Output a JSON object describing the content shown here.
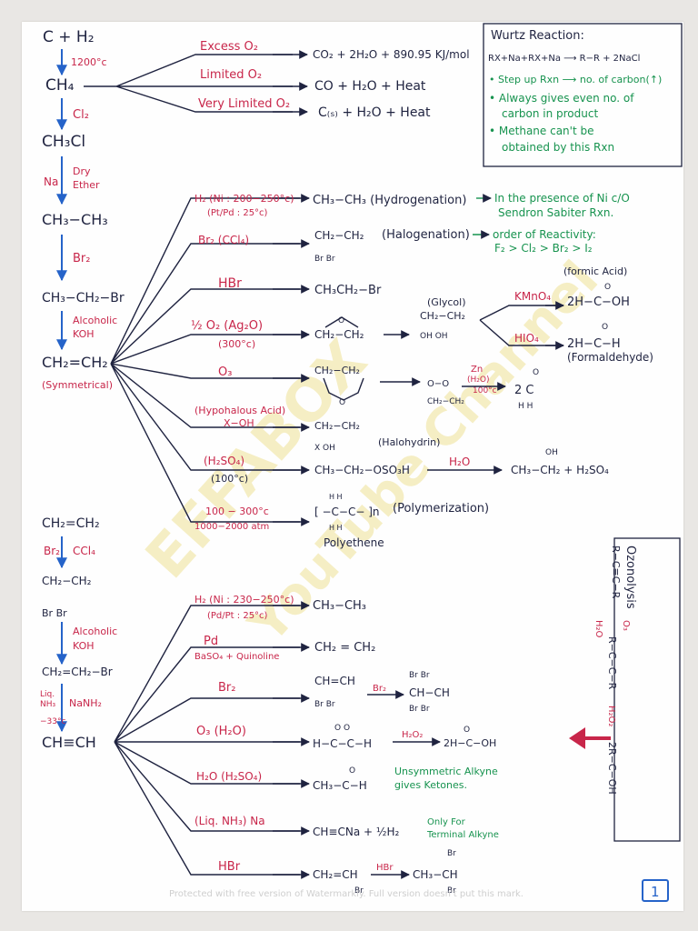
{
  "colors": {
    "ink": "#1f2340",
    "accent": "#c8264a",
    "green": "#17934f",
    "arrow": "#2563c9",
    "watermark": "#efe196"
  },
  "alkane": {
    "c_h2": "C + H₂",
    "temp_1200": "1200°c",
    "ch4": "CH₄",
    "cl2": "Cl₂",
    "ch3cl": "CH₃Cl",
    "na": "Na",
    "dry": "Dry",
    "ether": "Ether",
    "ethane": "CH₃−CH₃",
    "br2": "Br₂",
    "ethyl_bromide": "CH₃−CH₂−Br",
    "alcoholic": "Alcoholic",
    "koh": "KOH",
    "ethene": "CH₂=CH₂",
    "symmetrical": "(Symmetrical)"
  },
  "methane_reactions": [
    {
      "reagent": "Excess O₂",
      "product": "CO₂ + 2H₂O + 890.95 KJ/mol"
    },
    {
      "reagent": "Limited O₂",
      "product": "CO + H₂O + Heat"
    },
    {
      "reagent": "Very Limited O₂",
      "product": "C₍ₛ₎ + H₂O + Heat"
    }
  ],
  "wurtz": {
    "title": "Wurtz Reaction:",
    "equation": "RX+Na+RX+Na ⟶ R−R + 2NaCl",
    "notes": [
      "• Step up Rxn ⟶ no. of carbon(↑)",
      "• Always gives even no. of",
      "carbon in product",
      "• Methane can't be",
      "obtained by this Rxn"
    ]
  },
  "ethene_reactions": {
    "hydrogenation": {
      "reagent": "H₂ (Ni : 200−250°c)",
      "reagent2": "(Pt/Pd : 25°c)",
      "product": "CH₃−CH₃ (Hydrogenation)",
      "note": "In the presence of Ni c/O",
      "note2": "Sendron Sabiter Rxn."
    },
    "halogenation": {
      "reagent": "Br₂ (CCl₄)",
      "product1": "CH₂−CH₂",
      "product2": "Br    Br",
      "name": "(Halogenation)",
      "note": "order of Reactivity:",
      "note2": "F₂ > Cl₂ > Br₂ > I₂"
    },
    "hbr": {
      "reagent": "HBr",
      "product": "CH₃CH₂−Br"
    },
    "oxidation": {
      "reagent": "½ O₂ (Ag₂O)",
      "reagent2": "(300°c)",
      "epoxide": "CH₂−CH₂",
      "glycol_label": "(Glycol)",
      "glycol": "CH₂−CH₂",
      "oh_pair": "OH    OH",
      "kmno4": "KMnO₄",
      "hio4": "HIO₄",
      "formic_label": "(formic Acid)",
      "formic": "2H−C−OH",
      "formaldehyde_label": "(Formaldehyde)",
      "formaldehyde": "2H−C−H",
      "o_small": "O",
      "o_dbl": "O"
    },
    "ozone": {
      "reagent": "O₃",
      "ozonide": "CH₂−CH₂",
      "zn": "Zn",
      "h2o": "(H₂O)",
      "temp": "100°c",
      "product": "2 C",
      "h_pair": "H    H",
      "o_ring": "O−O",
      "o_mid": "O"
    },
    "hypohalous": {
      "reagent": "(Hypohalous Acid)",
      "reagent2": "X−OH",
      "product": "CH₂−CH₂",
      "sub": "X     OH",
      "name": "(Halohydrin)"
    },
    "sulfuric": {
      "reagent": "(H₂SO₄)",
      "reagent2": "(100°c)",
      "product": "CH₃−CH₂−OSO₃H",
      "h2o": "H₂O",
      "final": "CH₃−CH₂ + H₂SO₄",
      "oh": "OH"
    },
    "polymer": {
      "reagent": "100 − 300°c",
      "reagent2": "1000−2000 atm",
      "product": "[ −C−C− ]n",
      "name": "(Polymerization)",
      "label": "Polyethene",
      "hh": "H  H"
    }
  },
  "alkyne_prep": {
    "ethene": "CH₂=CH₂",
    "br2": "Br₂",
    "ccl4": "CCl₄",
    "dibromo": "CH₂−CH₂",
    "br_br": "Br      Br",
    "alcoholic": "Alcoholic",
    "koh": "KOH",
    "vinyl": "CH₂=CH₂−Br",
    "liq": "Liq.",
    "nh3": "NH₃",
    "nanh2": "NaNH₂",
    "temp": "−33°c",
    "ethyne": "CH≡CH"
  },
  "ethyne_reactions": {
    "hydrogenation": {
      "reagent": "H₂ (Ni : 230−250°c)",
      "reagent2": "(Pd/Pt : 25°c)",
      "product": "CH₃−CH₃"
    },
    "lindlar": {
      "reagent": "Pd",
      "reagent2": "BaSO₄ + Quinoline",
      "product": "CH₂ = CH₂"
    },
    "bromination": {
      "reagent": "Br₂",
      "product": "CH=CH",
      "sub": "Br    Br",
      "reagent2": "Br₂",
      "final": "CH−CH",
      "br_top": "Br    Br",
      "br_bot": "Br    Br"
    },
    "ozone": {
      "reagent": "O₃ (H₂O)",
      "product": "H−C−C−H",
      "h2o2": "H₂O₂",
      "final": "2H−C−OH",
      "o_pair": "O    O",
      "o": "O"
    },
    "hydration": {
      "reagent": "H₂O (H₂SO₄)",
      "product": "CH₃−C−H",
      "o": "O",
      "note": "Unsymmetric Alkyne",
      "note2": "gives Ketones."
    },
    "sodamide": {
      "reagent": "(Liq. NH₃) Na",
      "product": "CH≡CNa + ½H₂",
      "note": "Only For",
      "note2": "Terminal Alkyne"
    },
    "hbr": {
      "reagent": "HBr",
      "product": "CH₂=CH",
      "sub": "Br",
      "reagent2": "HBr",
      "final": "CH₃−CH",
      "br_top": "Br",
      "br_bot": "Br"
    }
  },
  "ozonolysis": {
    "title": "Ozonolysis",
    "line1": "R−C≡C−R",
    "o3": "O₃",
    "h2o": "H₂O",
    "line2": "R−C−C−R",
    "h2o2": "H₂O₂",
    "line3": "2R−C−OH"
  },
  "watermark": [
    "EFFABOX",
    "YouTube Channel"
  ],
  "footer": "Protected with free version of Watermarkly. Full version doesn't put this mark.",
  "page_number": "1"
}
